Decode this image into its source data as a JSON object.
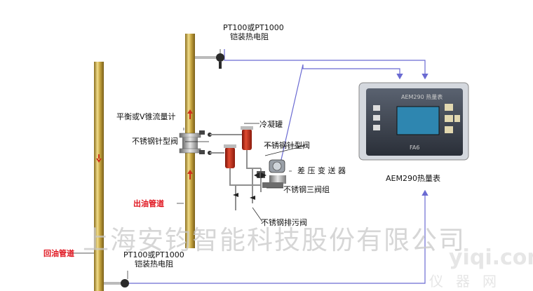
{
  "labels": {
    "top_sensor_model": "PT100或PT1000",
    "top_sensor_type": "铠装热电阻",
    "flowmeter": "平衡或V锥流量计",
    "needle_valve_left": "不锈钢针型阀",
    "condenser": "冷凝罐",
    "needle_valve_right": "不锈钢针型阀",
    "dp_transmitter": "差 压 变 送 器",
    "three_valve": "不锈钢三阀组",
    "drain_valve": "不锈钢排污阀",
    "outlet_pipe": "出油管道",
    "return_pipe": "回油管道",
    "bottom_sensor_model": "PT100或PT1000",
    "bottom_sensor_type": "铠装热电阻",
    "meter_name": "AEM290热量表"
  },
  "meter": {
    "brand_text": "AEM290 热量表",
    "bottom_text": "FA6"
  },
  "watermark": {
    "company": "上海安钧智能科技股份有限公司",
    "site": "yiqi.com",
    "site_sub": "仪器网"
  },
  "colors": {
    "pipe": "#c8a641",
    "pipe_highlight": "#f0dc8a",
    "pipe_shadow": "#8a6e1e",
    "flow_arrow": "#d0301c",
    "signal_line": "#6a6ad2",
    "condenser": "#c02818",
    "label_red": "#e0141e"
  }
}
